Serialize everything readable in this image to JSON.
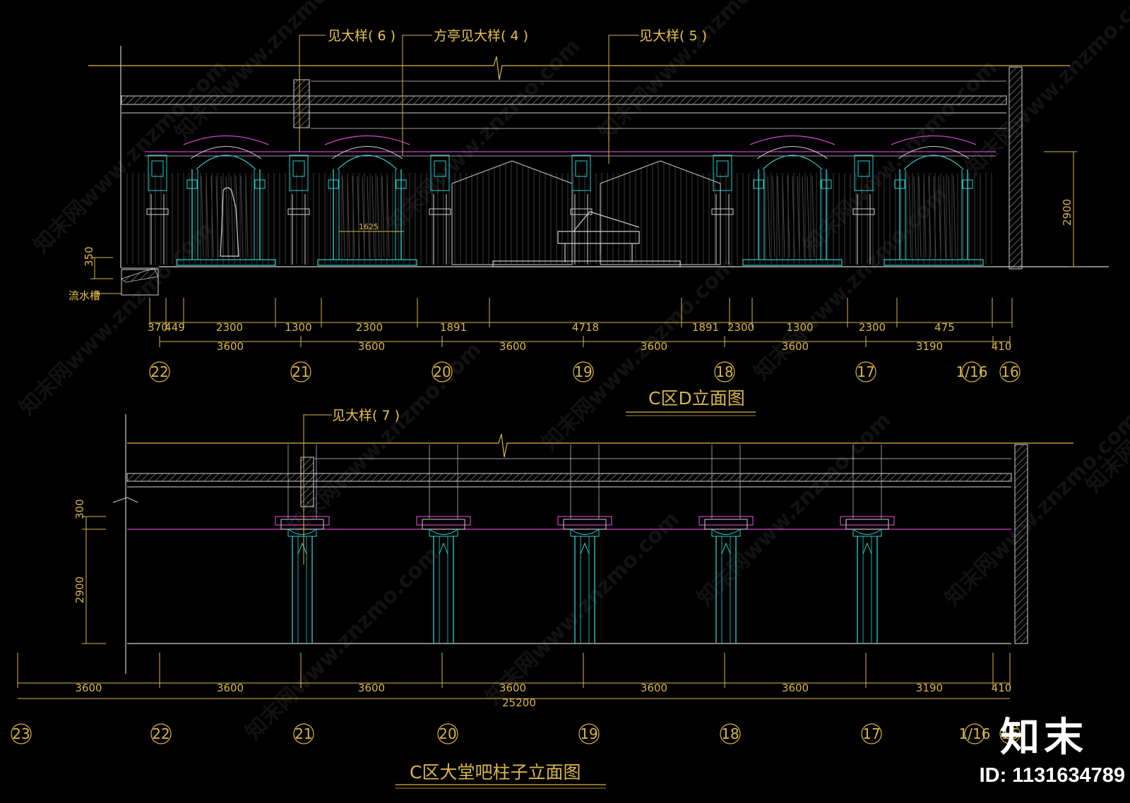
{
  "drawing_1": {
    "title": "C区D立面图",
    "callouts": [
      "见大样( 6 )",
      "方亭见大样( 4 )",
      "见大样( 5 )"
    ],
    "side_note": "流水槽",
    "height_dims": [
      "350",
      "2900"
    ],
    "dim_row_1": [
      "370",
      "449",
      "2300",
      "1300",
      "2300",
      "1891",
      "4718",
      "1891",
      "2300",
      "1300",
      "2300",
      "475"
    ],
    "dim_row_2": [
      "3600",
      "3600",
      "3600",
      "3600",
      "3600",
      "3190",
      "410"
    ],
    "inner_dim": "1625",
    "axes": [
      "22",
      "21",
      "20",
      "19",
      "18",
      "17",
      "1/16",
      "16"
    ]
  },
  "drawing_2": {
    "title": "C区大堂吧柱子立面图",
    "callouts": [
      "见大样( 7 )"
    ],
    "height_dims": [
      "300",
      "2900"
    ],
    "dim_row_1": [
      "3600",
      "3600",
      "3600",
      "3600",
      "3600",
      "3600",
      "3190",
      "410"
    ],
    "total_dim": "25200",
    "axes": [
      "23",
      "22",
      "21",
      "20",
      "19",
      "18",
      "17",
      "1/16",
      "16"
    ]
  },
  "watermark": "知末网www.znzmo.com",
  "brand": {
    "logo_text": "知末",
    "id_text": "ID: 1131634789"
  },
  "colors": {
    "background": "#000000",
    "annotation": "#d8b648",
    "line_white": "#cfcfcf",
    "column_cyan": "#2ad0d0",
    "detail_magenta": "#d040c8",
    "hatch_grey": "#8a8a8a"
  }
}
